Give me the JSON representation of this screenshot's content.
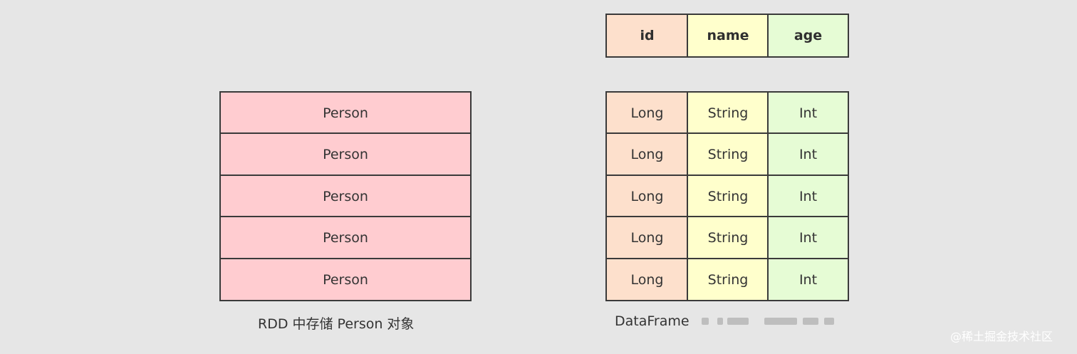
{
  "rdd": {
    "rows": [
      "Person",
      "Person",
      "Person",
      "Person",
      "Person"
    ],
    "caption": "RDD 中存储 Person 对象",
    "row_color": "#ffccd0"
  },
  "dataframe": {
    "headers": [
      "id",
      "name",
      "age"
    ],
    "rows": [
      [
        "Long",
        "String",
        "Int"
      ],
      [
        "Long",
        "String",
        "Int"
      ],
      [
        "Long",
        "String",
        "Int"
      ],
      [
        "Long",
        "String",
        "Int"
      ],
      [
        "Long",
        "String",
        "Int"
      ]
    ],
    "caption": "DataFrame",
    "column_colors": [
      "#fde0cc",
      "#ffffcc",
      "#e6fcd5"
    ]
  },
  "watermark": "@稀土掘金技术社区"
}
